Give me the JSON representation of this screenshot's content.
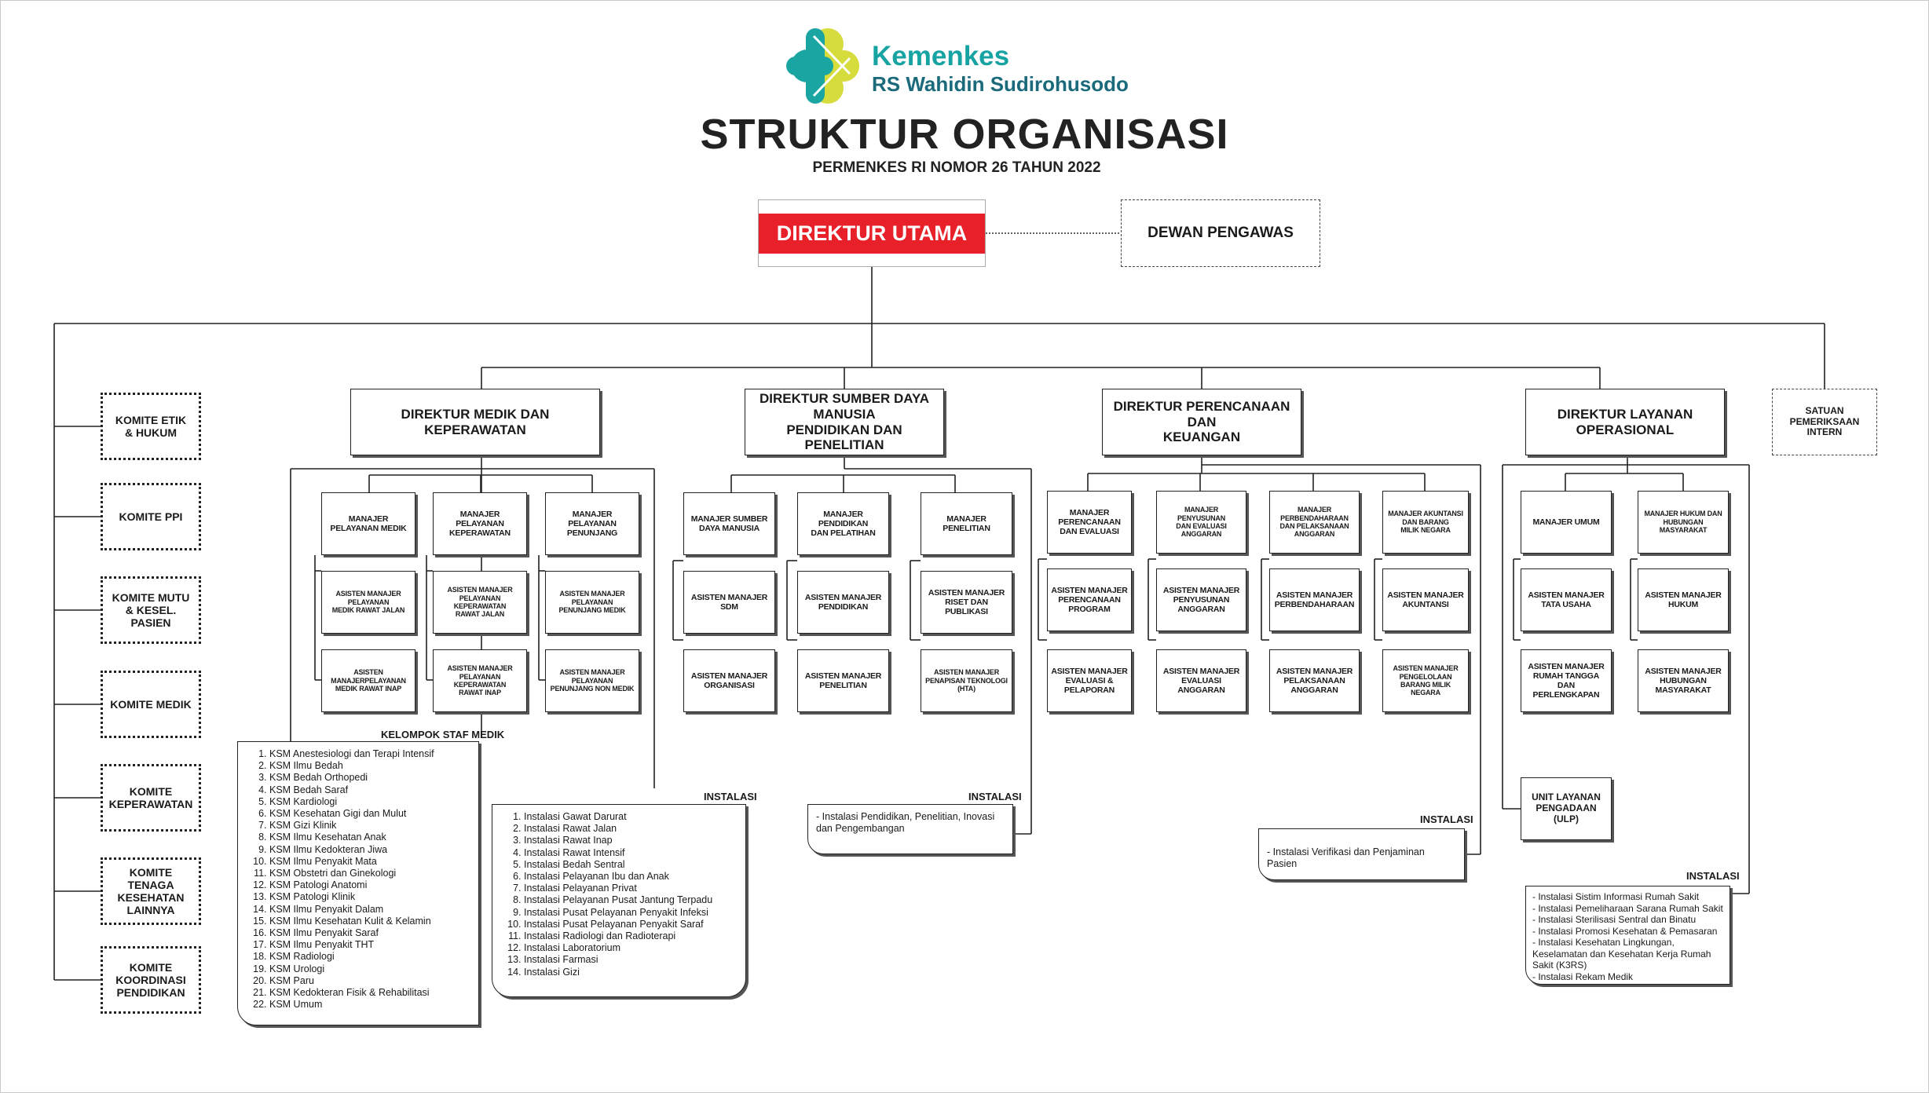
{
  "logo": {
    "line1": "Kemenkes",
    "line2": "RS Wahidin Sudirohusodo"
  },
  "title": "STRUKTUR ORGANISASI",
  "subtitle": "PERMENKES RI NOMOR 26 TAHUN 2022",
  "top": {
    "direktur_utama": "DIREKTUR UTAMA",
    "dewan_pengawas": "DEWAN PENGAWAS"
  },
  "komite": [
    "KOMITE ETIK\n& HUKUM",
    "KOMITE PPI",
    "KOMITE MUTU\n& KESEL. PASIEN",
    "KOMITE MEDIK",
    "KOMITE\nKEPERAWATAN",
    "KOMITE TENAGA\nKESEHATAN LAINNYA",
    "KOMITE KOORDINASI\nPENDIDIKAN"
  ],
  "spi": "SATUAN PEMERIKSAAN\nINTERN",
  "direktorat": [
    {
      "title": "DIREKTUR  MEDIK DAN\nKEPERAWATAN",
      "columns": [
        [
          "MANAJER\nPELAYANAN MEDIK",
          "ASISTEN MANAJER  PELAYANAN\nMEDIK RAWAT JALAN",
          "ASISTEN MANAJERPELAYANAN\nMEDIK RAWAT INAP"
        ],
        [
          "MANAJER PELAYANAN\nKEPERAWATAN",
          "ASISTEN MANAJER PELAYANAN\nKEPERAWATAN\nRAWAT JALAN",
          "ASISTEN MANAJER PELAYANAN\nKEPERAWATAN\nRAWAT INAP"
        ],
        [
          "MANAJER  PELAYANAN\nPENUNJANG",
          "ASISTEN MANAJER PELAYANAN\nPENUNJANG  MEDIK",
          "ASISTEN MANAJER PELAYANAN\nPENUNJANG NON MEDIK"
        ]
      ]
    },
    {
      "title": "DIREKTUR SUMBER DAYA MANUSIA\nPENDIDIKAN DAN PENELITIAN",
      "columns": [
        [
          "MANAJER  SUMBER\nDAYA MANUSIA",
          "ASISTEN MANAJER\nSDM",
          "ASISTEN MANAJER\nORGANISASI"
        ],
        [
          "MANAJER PENDIDIKAN\nDAN PELATIHAN",
          "ASISTEN MANAJER\nPENDIDIKAN",
          "ASISTEN MANAJER\nPENELITIAN"
        ],
        [
          "MANAJER PENELITIAN",
          "ASISTEN MANAJER\nRISET DAN PUBLIKASI",
          "ASISTEN MANAJER\nPENAPISAN TEKNOLOGI\n(HTA)"
        ]
      ]
    },
    {
      "title": "DIREKTUR PERENCANAAN DAN\nKEUANGAN",
      "columns": [
        [
          "MANAJER\nPERENCANAAN\nDAN EVALUASI",
          "ASISTEN MANAJER\nPERENCANAAN\nPROGRAM",
          "ASISTEN MANAJER\nEVALUASI &\nPELAPORAN"
        ],
        [
          "MANAJER  PENYUSUNAN\nDAN EVALUASI\nANGGARAN",
          "ASISTEN MANAJER\nPENYUSUNAN\nANGGARAN",
          "ASISTEN MANAJER\nEVALUASI ANGGARAN"
        ],
        [
          "MANAJER  PERBENDAHARAAN\nDAN PELAKSANAAN\nANGGARAN",
          "ASISTEN MANAJER\nPERBENDAHARAAN",
          "ASISTEN MANAJER\nPELAKSANAAN\nANGGARAN"
        ],
        [
          "MANAJER  AKUNTANSI\nDAN BARANG\nMILIK NEGARA",
          "ASISTEN MANAJER\nAKUNTANSI",
          "ASISTEN MANAJER\nPENGELOLAAN\nBARANG MILIK NEGARA"
        ]
      ]
    },
    {
      "title": "DIREKTUR LAYANAN\nOPERASIONAL",
      "columns": [
        [
          "MANAJER UMUM",
          "ASISTEN MANAJER\nTATA USAHA",
          "ASISTEN MANAJER\nRUMAH TANGGA DAN\nPERLENGKAPAN"
        ],
        [
          "MANAJER HUKUM DAN\nHUBUNGAN MASYARAKAT",
          "ASISTEN MANAJER  HUKUM",
          "ASISTEN MANAJER\nHUBUNGAN\nMASYARAKAT"
        ]
      ]
    }
  ],
  "ulp": "UNIT LAYANAN\nPENGADAAN\n(ULP)",
  "ksm": {
    "label": "KELOMPOK STAF MEDIK",
    "items": [
      "KSM Anestesiologi dan Terapi Intensif",
      "KSM Ilmu Bedah",
      "KSM Bedah Orthopedi",
      "KSM Bedah Saraf",
      "KSM Kardiologi",
      "KSM Kesehatan Gigi dan Mulut",
      "KSM Gizi Klinik",
      "KSM Ilmu Kesehatan Anak",
      "KSM Ilmu Kedokteran Jiwa",
      "KSM Ilmu Penyakit Mata",
      "KSM Obstetri dan Ginekologi",
      "KSM Patologi Anatomi",
      "KSM Patologi Klinik",
      "KSM Ilmu Penyakit Dalam",
      "KSM Ilmu Kesehatan Kulit & Kelamin",
      "KSM Ilmu Penyakit Saraf",
      "KSM Ilmu Penyakit THT",
      "KSM Radiologi",
      "KSM Urologi",
      "KSM Paru",
      "KSM Kedokteran Fisik & Rehabilitasi",
      "KSM Umum"
    ]
  },
  "instalasi_medik": {
    "label": "INSTALASI",
    "items": [
      "Instalasi Gawat Darurat",
      "Instalasi Rawat Jalan",
      "Instalasi Rawat Inap",
      "Instalasi Rawat Intensif",
      "Instalasi Bedah Sentral",
      "Instalasi Pelayanan Ibu dan Anak",
      "Instalasi Pelayanan Privat",
      "Instalasi Pelayanan Pusat Jantung Terpadu",
      "Instalasi Pusat Pelayanan Penyakit Infeksi",
      "Instalasi Pusat Pelayanan Penyakit Saraf",
      "Instalasi Radiologi dan Radioterapi",
      "Instalasi Laboratorium",
      "Instalasi Farmasi",
      "Instalasi Gizi"
    ]
  },
  "instalasi_sdm": {
    "label": "INSTALASI",
    "items": [
      "Instalasi Pendidikan, Penelitian, Inovasi dan Pengembangan"
    ]
  },
  "instalasi_keuangan": {
    "label": "INSTALASI",
    "items": [
      "Instalasi Verifikasi dan Penjaminan Pasien"
    ]
  },
  "instalasi_operasional": {
    "label": "INSTALASI",
    "items": [
      "Instalasi Sistim Informasi Rumah Sakit",
      "Instalasi Pemeliharaan Sarana Rumah Sakit",
      "Instalasi Sterilisasi Sentral dan Binatu",
      "Instalasi Promosi Kesehatan & Pemasaran",
      "Instalasi Kesehatan Lingkungan, Keselamatan dan Kesehatan Kerja Rumah Sakit (K3RS)",
      "Instalasi Rekam Medik"
    ]
  }
}
